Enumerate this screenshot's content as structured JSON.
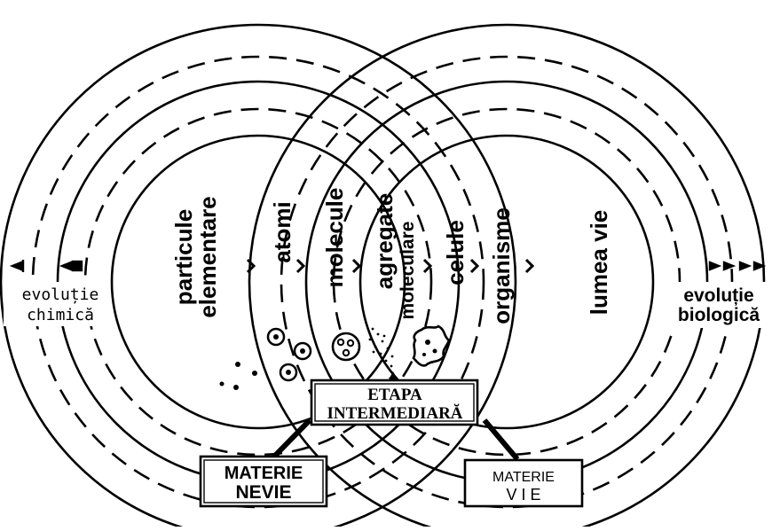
{
  "stages": {
    "particule_line1": "particule",
    "particule_line2": "elementare",
    "atomi": "atomi",
    "molecule": "molecule",
    "agregate_line1": "agregate",
    "agregate_line2": "moleculare",
    "celule": "celule",
    "organisme": "organisme",
    "lumea_vie": "lumea vie"
  },
  "sides": {
    "left_line1": "evoluție",
    "left_line2": "chimică",
    "right_line1": "evoluție",
    "right_line2": "biologică"
  },
  "boxes": {
    "etapa_line1": "ETAPA",
    "etapa_line2": "INTERMEDIARĂ",
    "nevie_line1": "MATERIE",
    "nevie_line2": "NEVIE",
    "vie_line1": "MATERIE",
    "vie_line2": "V I E"
  }
}
